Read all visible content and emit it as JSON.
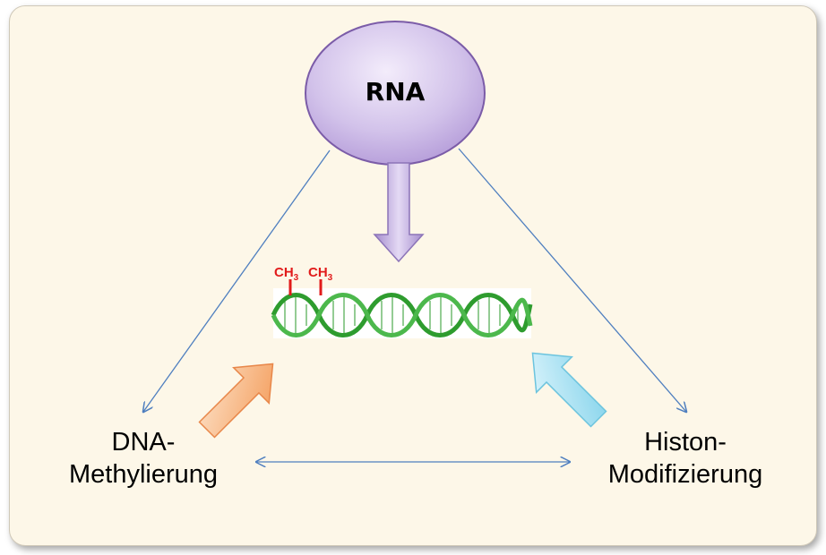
{
  "nodes": {
    "rna": "RNA",
    "dna_methylation_line1": "DNA-",
    "dna_methylation_line2": "Methylierung",
    "histone_mod_line1": "Histon-",
    "histone_mod_line2": "Modifizierung"
  },
  "methyl_groups": [
    {
      "base": "CH",
      "sub": "3"
    },
    {
      "base": "CH",
      "sub": "3"
    }
  ],
  "colors": {
    "background": "#fdf7e8",
    "rna_fill": "#c9b6e4",
    "rna_stroke": "#7b5ca8",
    "dna_helix": "#2e9c2e",
    "methyl_mark": "#e11b1b",
    "connector_lines": "#4f7fbf",
    "arrow_purple": "#b9a4dc",
    "arrow_orange": "#f6b07a",
    "arrow_cyan": "#a4e0f1"
  }
}
